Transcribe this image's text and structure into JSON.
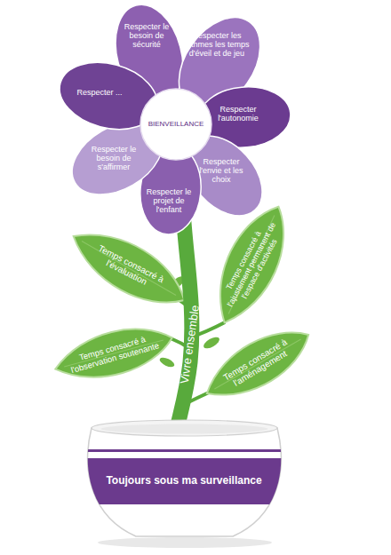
{
  "diagram": {
    "nodes": [
      {
        "text": [
          "Respecter le besoin de sécurité"
        ]
      },
      {
        "text": [
          "Respecter les rythmes les temps d'éveil et de jeu"
        ]
      },
      {
        "text": [
          "Respecter l'autonomie"
        ]
      },
      {
        "text": [
          "Respecter l'envie et les choix"
        ]
      },
      {
        "text": [
          "Respecter le projet de l'enfant"
        ]
      },
      {
        "text": [
          "Respecter le besoin de s'affirmer"
        ]
      },
      {
        "text": [
          "Respecter ..."
        ]
      },
      {
        "text": [
          "BIENVEILLANCE"
        ]
      },
      {
        "text": [
          "Temps consacré à l'évaluation"
        ]
      },
      {
        "text": [
          "Temps consacré à l'ajustement permanent de l'espace d'activités"
        ]
      },
      {
        "text": [
          "Temps consacré à l'observation soutenante"
        ]
      },
      {
        "text": [
          "Temps consacré à l'aménagement"
        ]
      },
      {
        "text": [
          "Vivre ensemble"
        ]
      },
      {
        "text": [
          "Toujours sous ma surveillance"
        ]
      }
    ]
  }
}
